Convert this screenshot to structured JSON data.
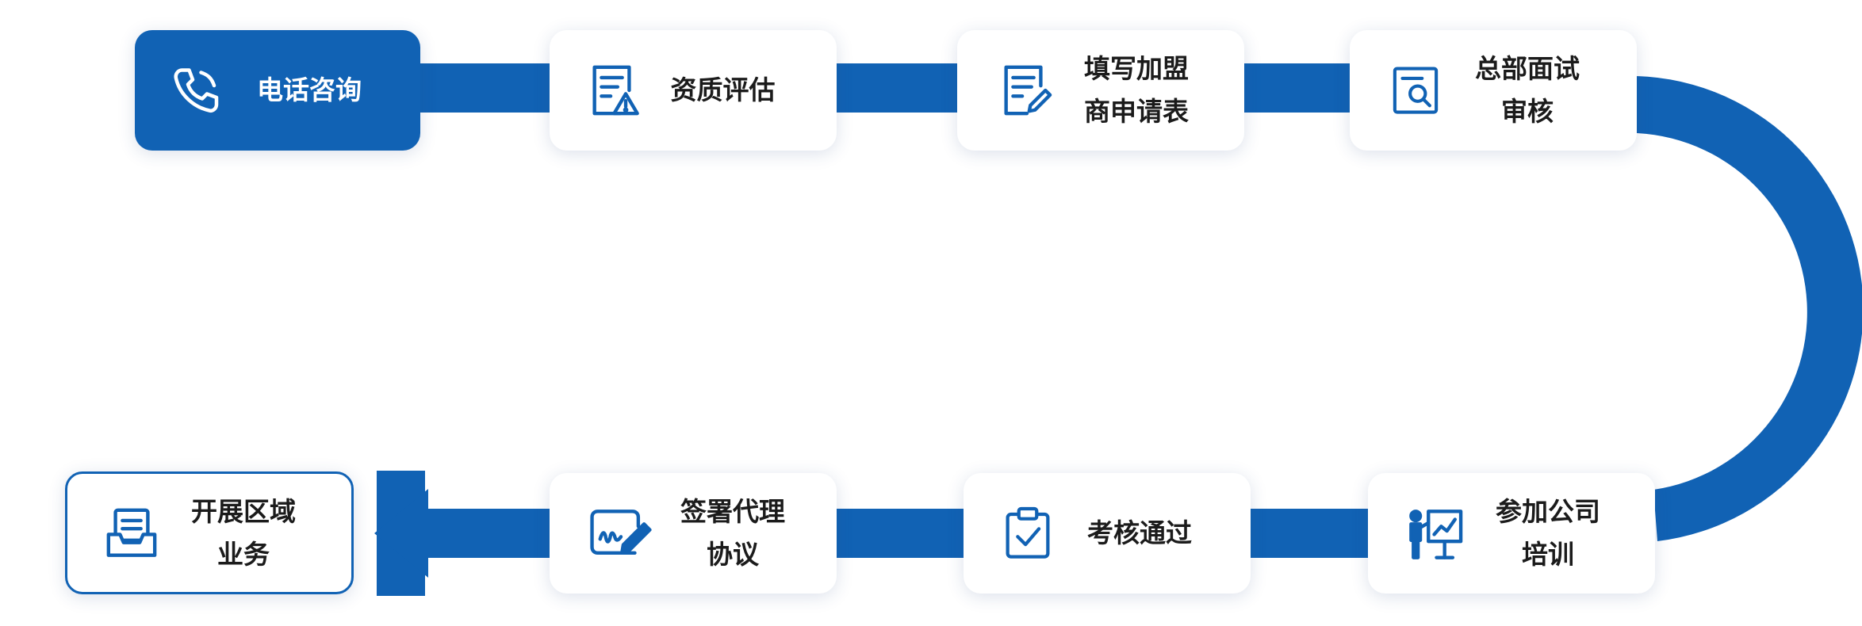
{
  "colors": {
    "connector": "#1162b4",
    "active_fill": "#1162b4",
    "icon": "#1162b4",
    "text": "#1b1b1b",
    "active_text": "#ffffff"
  },
  "steps": [
    {
      "id": "phone-consult",
      "lines": [
        "电话咨询"
      ],
      "icon": "phone-icon",
      "state": "active"
    },
    {
      "id": "qualification-assessment",
      "lines": [
        "资质评估"
      ],
      "icon": "document-warning-icon",
      "state": "default"
    },
    {
      "id": "fill-application",
      "lines": [
        "填写加盟",
        "商申请表"
      ],
      "icon": "document-edit-icon",
      "state": "default"
    },
    {
      "id": "hq-interview",
      "lines": [
        "总部面试",
        "审核"
      ],
      "icon": "document-search-icon",
      "state": "default"
    },
    {
      "id": "company-training",
      "lines": [
        "参加公司",
        "培训"
      ],
      "icon": "presentation-icon",
      "state": "default"
    },
    {
      "id": "assessment-passed",
      "lines": [
        "考核通过"
      ],
      "icon": "clipboard-check-icon",
      "state": "default"
    },
    {
      "id": "sign-agreement",
      "lines": [
        "签署代理",
        "协议"
      ],
      "icon": "signature-icon",
      "state": "default"
    },
    {
      "id": "regional-business",
      "lines": [
        "开展区域",
        "业务"
      ],
      "icon": "inbox-icon",
      "state": "outlined"
    }
  ]
}
